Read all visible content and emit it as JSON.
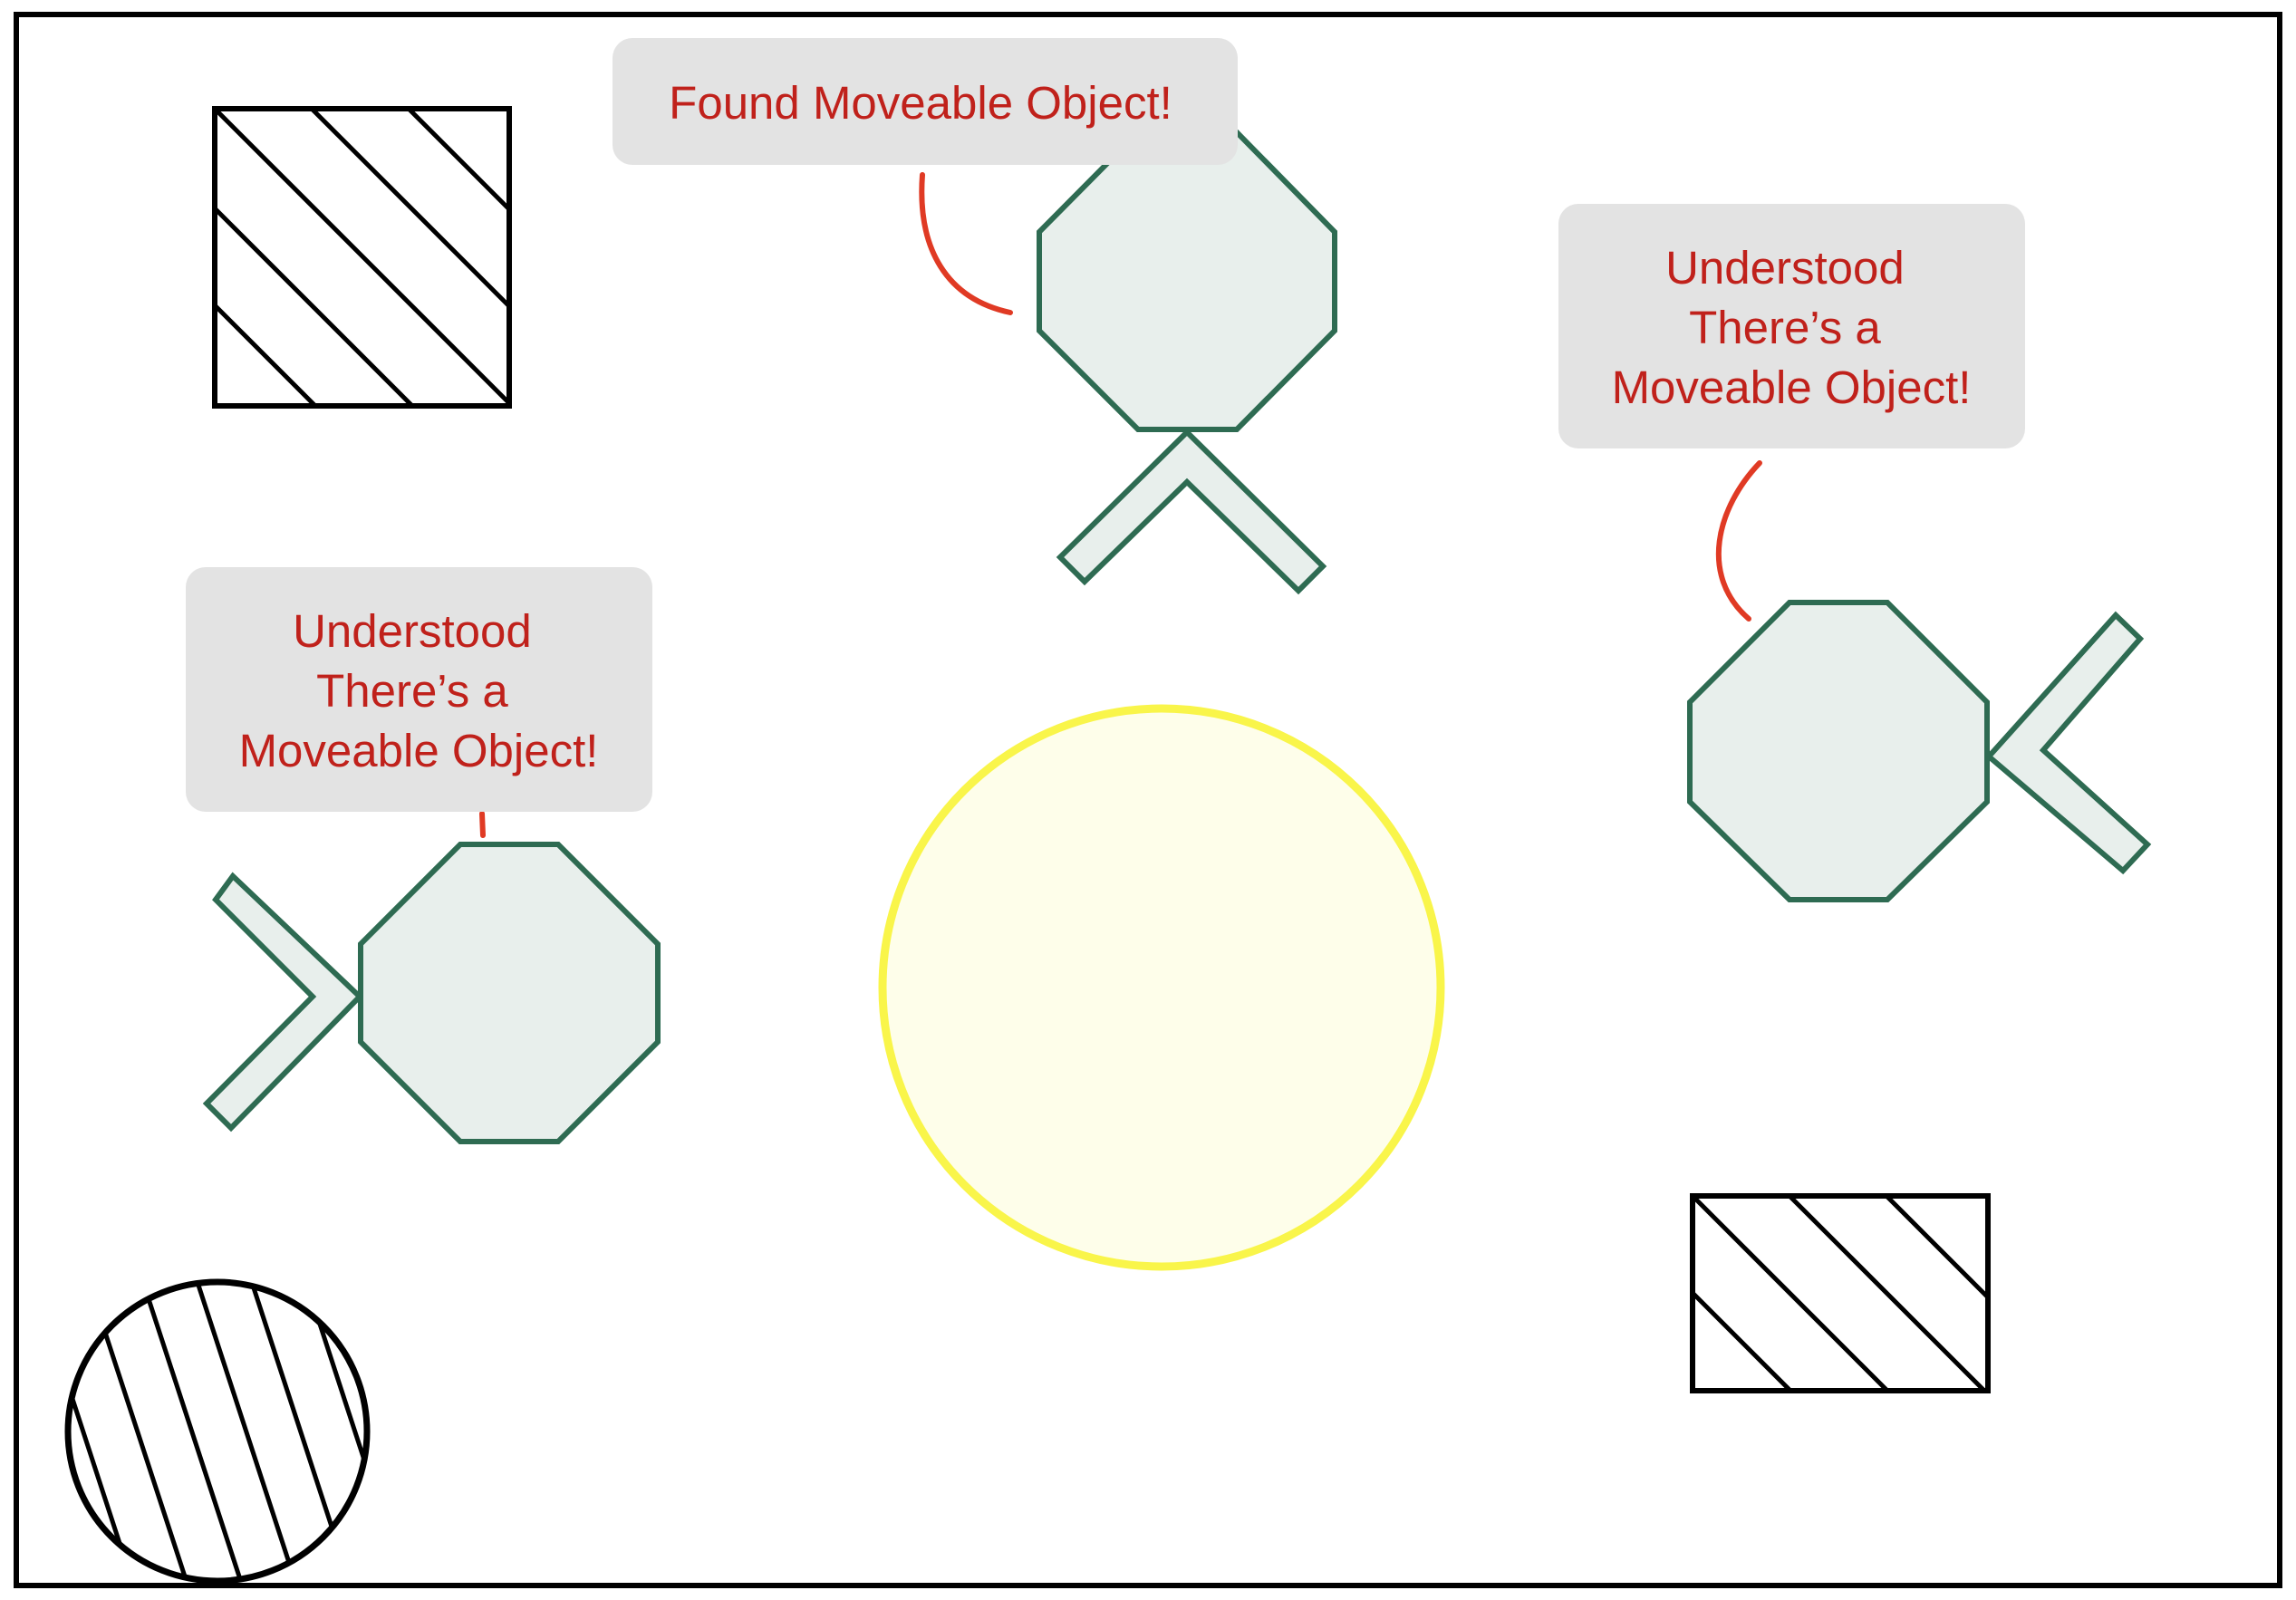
{
  "colors": {
    "robot_fill": "#e8efec",
    "robot_stroke": "#2e6b52",
    "bubble_fill": "#e3e3e3",
    "bubble_text": "#c0211b",
    "connector": "#e03a24",
    "target_fill": "#fefeea",
    "target_stroke": "#f9f54a",
    "obstacle_stroke": "#000000"
  },
  "robots": [
    {
      "id": "top",
      "heading": "down",
      "message": [
        "Found Moveable Object!"
      ]
    },
    {
      "id": "right",
      "heading": "right",
      "message": [
        "Understood",
        "There’s a",
        "Moveable Object!"
      ]
    },
    {
      "id": "left",
      "heading": "left",
      "message": [
        "Understood",
        "There’s a",
        "Moveable Object!"
      ]
    }
  ],
  "target": {
    "shape": "circle"
  },
  "obstacles": [
    {
      "id": "top-left",
      "shape": "hatched-square"
    },
    {
      "id": "bottom-right",
      "shape": "hatched-rectangle"
    },
    {
      "id": "bottom-left",
      "shape": "hatched-circle"
    }
  ]
}
